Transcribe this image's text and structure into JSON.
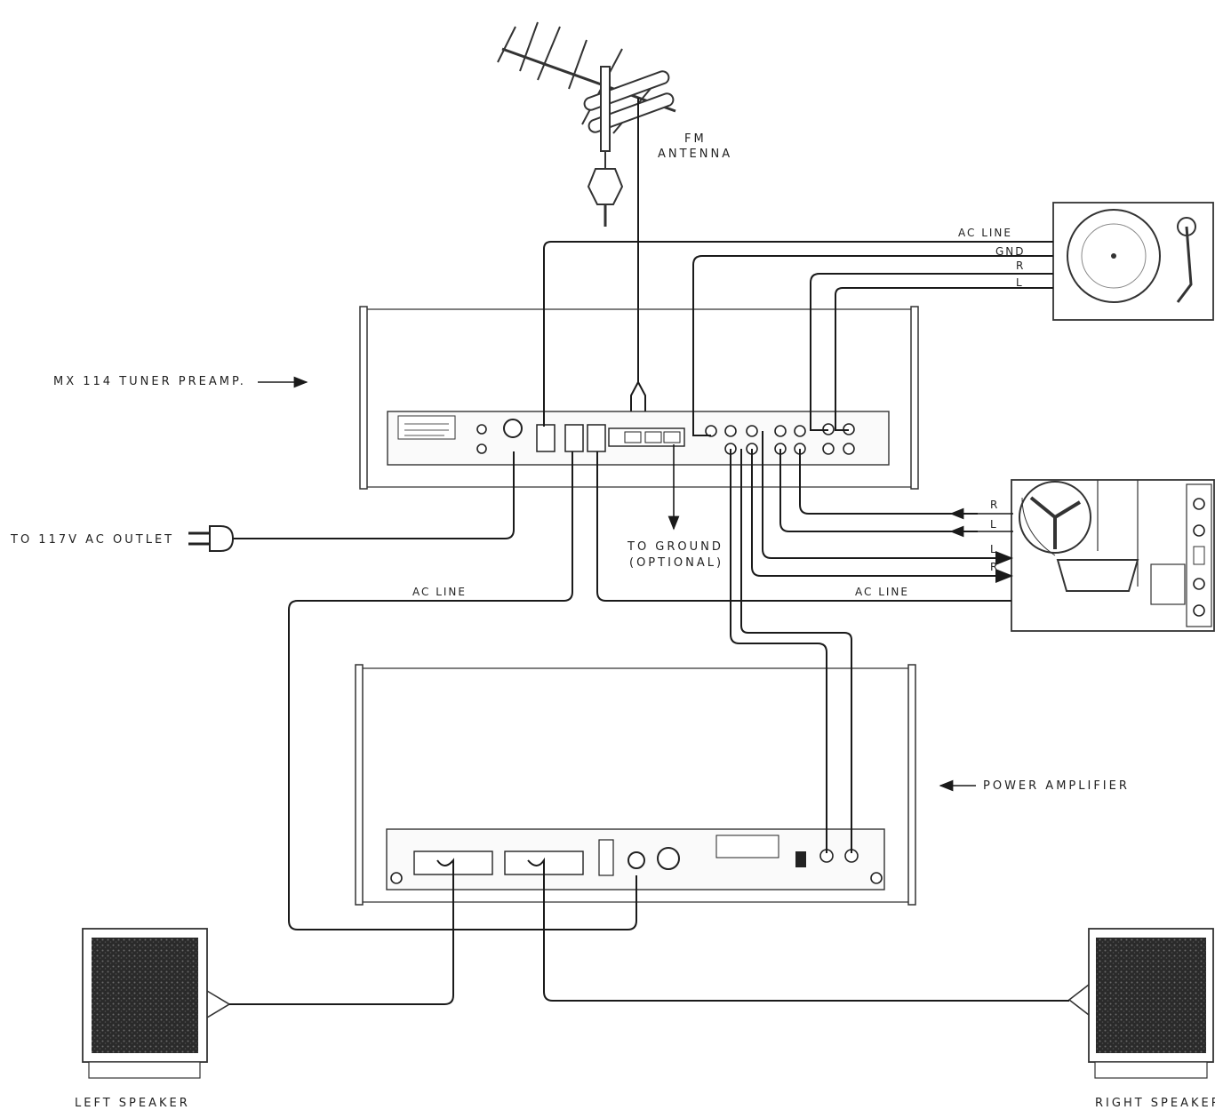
{
  "labels": {
    "fm_antenna_line1": "FM",
    "fm_antenna_line2": "ANTENNA",
    "tuner_preamp": "MX 114  TUNER  PREAMP.",
    "ac_outlet": "TO  117V  AC  OUTLET",
    "ground_line1": "TO  GROUND",
    "ground_line2": "(OPTIONAL)",
    "ac_line_top": "AC  LINE",
    "gnd": "GND",
    "turntable_r": "R",
    "turntable_l": "L",
    "tape_r_top": "R",
    "tape_l_top": "L",
    "tape_l_bottom": "L",
    "tape_r_bottom": "R",
    "ac_line_left": "AC  LINE",
    "ac_line_right": "AC  LINE",
    "power_amplifier": "POWER  AMPLIFIER",
    "left_speaker": "LEFT  SPEAKER",
    "right_speaker": "RIGHT  SPEAKER"
  },
  "components": [
    "FM antenna",
    "MX 114 tuner preamp",
    "turntable",
    "tape deck",
    "power amplifier",
    "left speaker",
    "right speaker"
  ]
}
